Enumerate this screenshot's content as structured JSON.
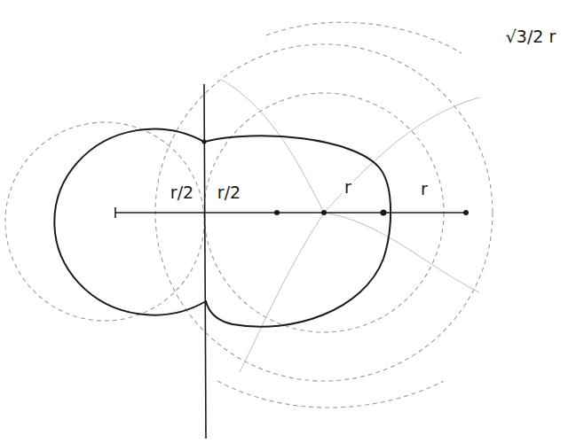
{
  "diagram": {
    "labels": [
      "r/2",
      "r/2",
      "r",
      "r",
      "√3/2 r"
    ]
  }
}
